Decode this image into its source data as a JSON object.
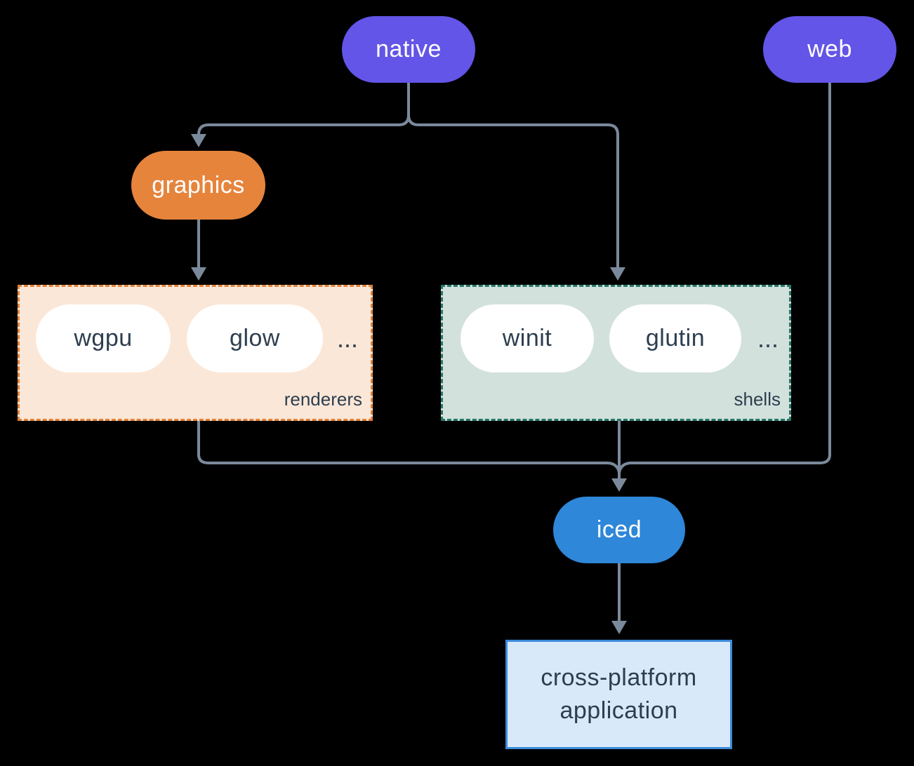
{
  "diagram": {
    "nodes": {
      "native": {
        "label": "native"
      },
      "web": {
        "label": "web"
      },
      "graphics": {
        "label": "graphics"
      },
      "iced": {
        "label": "iced"
      },
      "application": {
        "line1": "cross-platform",
        "line2": "application"
      }
    },
    "groups": {
      "renderers": {
        "label": "renderers",
        "items": [
          "wgpu",
          "glow"
        ],
        "ellipsis": "..."
      },
      "shells": {
        "label": "shells",
        "items": [
          "winit",
          "glutin"
        ],
        "ellipsis": "..."
      }
    },
    "colors": {
      "background": "#000000",
      "node_purple": "#6355E7",
      "node_orange": "#E6843C",
      "node_blue": "#2E87D8",
      "pill_white": "#FFFFFF",
      "text_dark": "#2D3E50",
      "renderers_bg": "#FBE7D7",
      "renderers_border": "#E2823A",
      "shells_bg": "#D2E1DB",
      "shells_border": "#26776A",
      "app_bg": "#D8E9F9",
      "app_border": "#3C8BD9",
      "connector": "#7B8A9B"
    }
  }
}
